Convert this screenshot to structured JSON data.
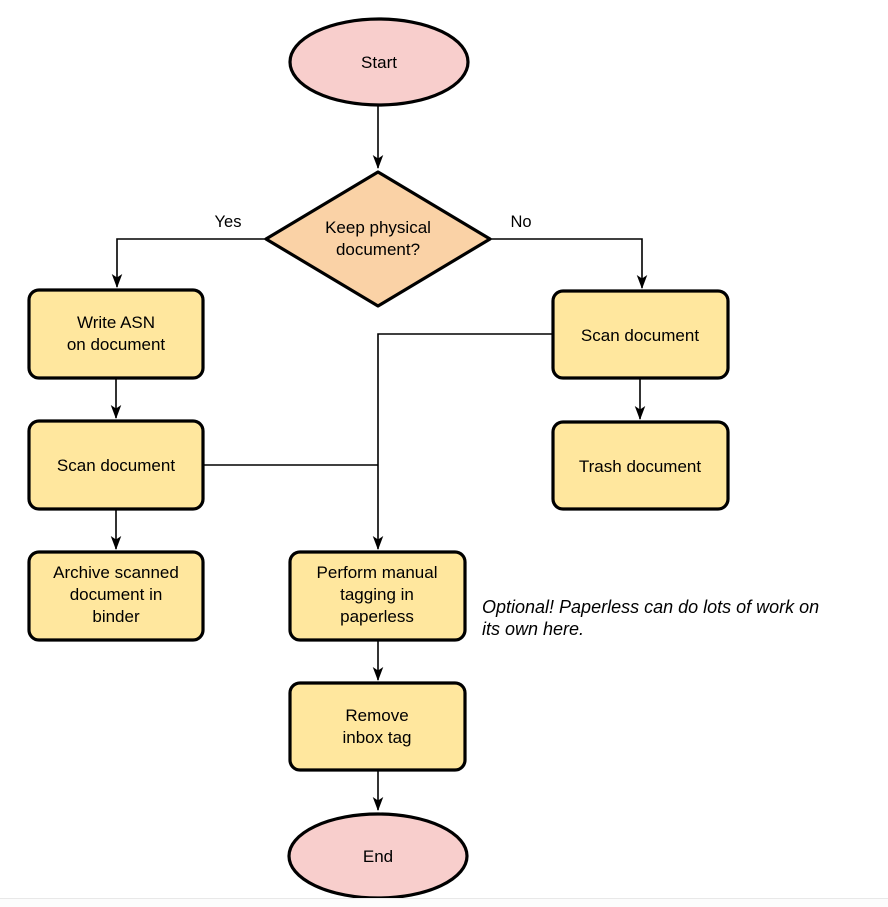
{
  "diagram": {
    "title_semantic": "paperless-document-handling-flowchart",
    "colors": {
      "background": "#ffffff",
      "terminal_fill": "#f8cecc",
      "decision_fill": "#fad2a6",
      "process_fill": "#ffe79e",
      "stroke": "#000000",
      "line": "#000000",
      "text": "#000000",
      "footer_line": "#e8e8e8",
      "footer_bg": "#fcfcfc"
    },
    "nodes": {
      "start": {
        "type": "terminal",
        "label": "Start"
      },
      "decision": {
        "type": "decision",
        "line1": "Keep physical",
        "line2": "document?"
      },
      "write_asn": {
        "type": "process",
        "line1": "Write ASN",
        "line2": "on document"
      },
      "scan_left": {
        "type": "process",
        "label": "Scan document"
      },
      "archive": {
        "type": "process",
        "line1": "Archive scanned",
        "line2": "document in",
        "line3": "binder"
      },
      "scan_right": {
        "type": "process",
        "label": "Scan document"
      },
      "trash": {
        "type": "process",
        "label": "Trash document"
      },
      "perform": {
        "type": "process",
        "line1": "Perform manual",
        "line2": "tagging in",
        "line3": "paperless"
      },
      "remove": {
        "type": "process",
        "line1": "Remove",
        "line2": "inbox tag"
      },
      "end": {
        "type": "terminal",
        "label": "End"
      }
    },
    "edge_labels": {
      "yes": "Yes",
      "no": "No"
    },
    "note": {
      "line1": "Optional! Paperless can do lots of work on",
      "line2": "its own here."
    }
  }
}
